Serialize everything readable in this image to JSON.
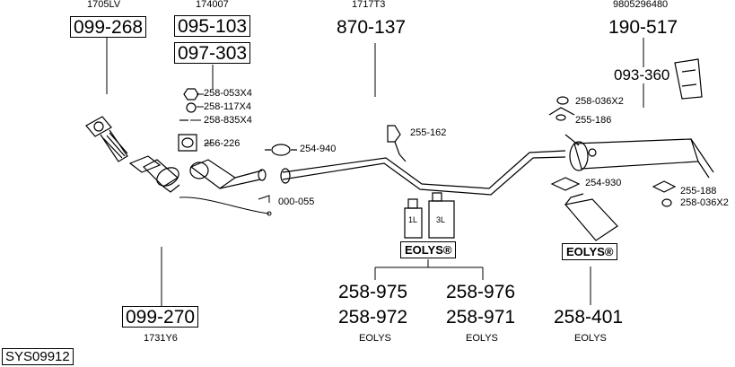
{
  "diagram": {
    "top_refs": {
      "r1705lv": "1705LV",
      "r174007": "174007",
      "r1717t3": "1717T3",
      "r9805296480": "9805296480"
    },
    "parts": {
      "p099_268": "099-268",
      "p095_103": "095-103",
      "p097_303": "097-303",
      "p870_137": "870-137",
      "p190_517": "190-517",
      "p093_360": "093-360",
      "p099_270": "099-270",
      "p258_975": "258-975",
      "p258_972": "258-972",
      "p258_976": "258-976",
      "p258_971": "258-971",
      "p258_401": "258-401"
    },
    "small_codes": {
      "c258_053x4": "258-053X4",
      "c258_117x4": "258-117X4",
      "c258_835x4": "258-835X4",
      "c256_226": "256-226",
      "c254_940": "254-940",
      "c000_055": "000-055",
      "c255_162": "255-162",
      "c258_036x2_top": "258-036X2",
      "c255_186": "255-186",
      "c254_930": "254-930",
      "c255_188": "255-188",
      "c258_036x2_bottom": "258-036X2"
    },
    "bottom_refs": {
      "r1731y6": "1731Y6",
      "eolys1": "EOLYS",
      "eolys2": "EOLYS",
      "eolys3": "EOLYS"
    },
    "eolys_box1": "EOLYS®",
    "eolys_box2": "EOLYS®",
    "bottle_small_label": "1L",
    "bottle_large_label": "3L",
    "system_id": "SYS09912"
  }
}
